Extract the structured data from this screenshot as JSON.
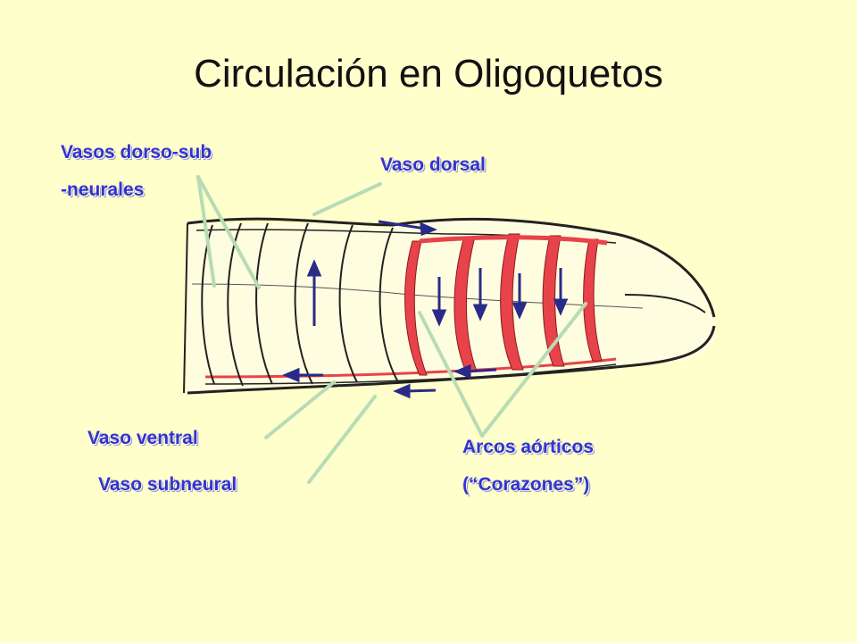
{
  "title": "Circulación en Oligoquetos",
  "labels": {
    "vasos_dorso_sub_line1": "Vasos dorso-sub",
    "vasos_dorso_sub_line2": "-neurales",
    "vaso_dorsal": "Vaso dorsal",
    "vaso_ventral": "Vaso ventral",
    "vaso_subneural": "Vaso subneural",
    "arcos_line1": "Arcos aórticos",
    "arcos_line2": "(“Corazones”)"
  },
  "colors": {
    "background": "#ffffcc",
    "label_text": "#3333cc",
    "leader_line": "#b7dcb5",
    "vessel_red": "#e8434a",
    "arrow_blue": "#2a2a8a",
    "outline": "#222222"
  }
}
